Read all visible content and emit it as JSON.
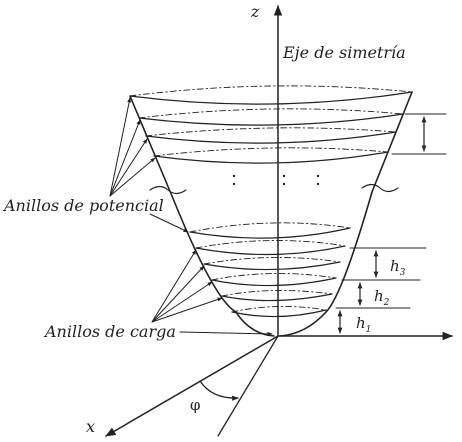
{
  "labels": {
    "z_axis": "z",
    "x_axis": "x",
    "symmetry_axis": "Eje de simetría",
    "potential_rings": "Anillos de potencial",
    "charge_rings": "Anillos de carga",
    "angle": "φ",
    "h1_base": "h",
    "h1_sub": "1",
    "h2_base": "h",
    "h2_sub": "2",
    "h3_base": "h",
    "h3_sub": "3"
  },
  "colors": {
    "ink": "#222222"
  }
}
